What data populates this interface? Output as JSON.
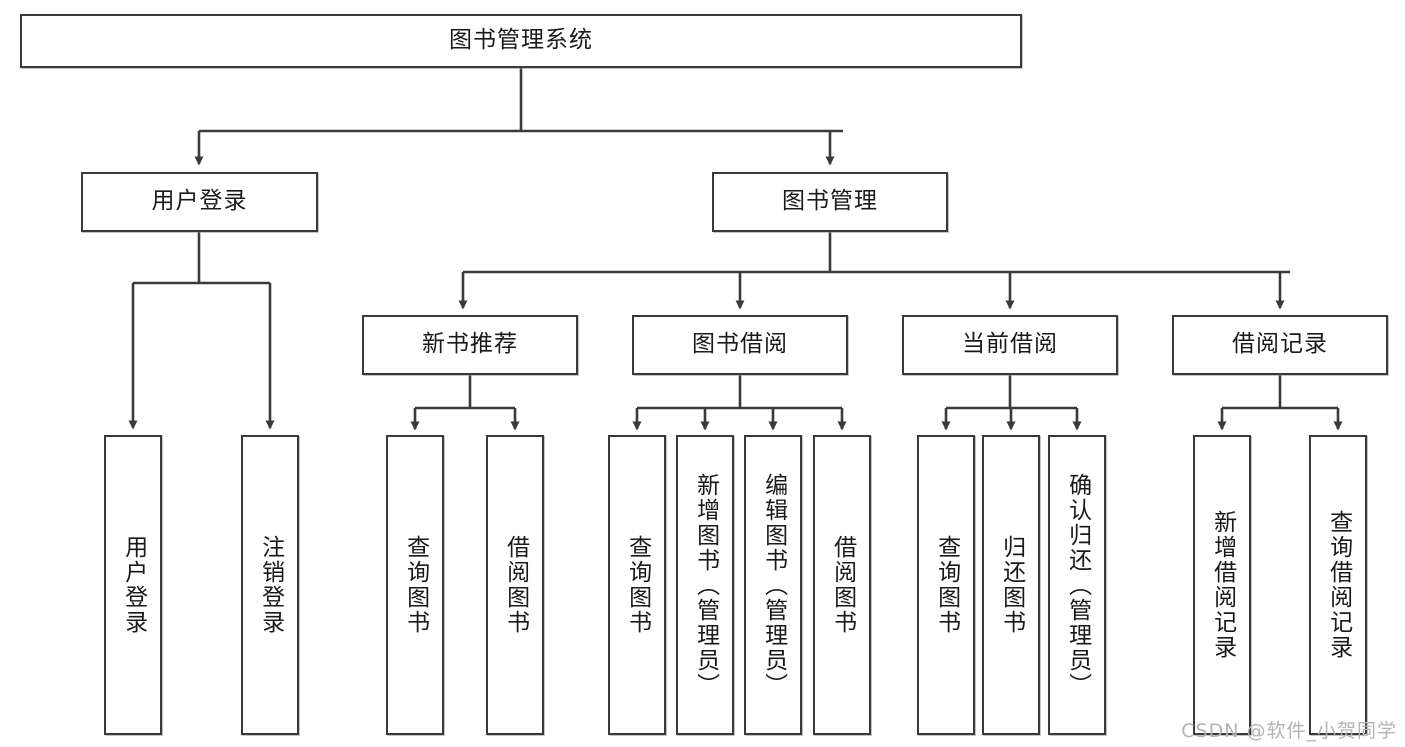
{
  "diagram": {
    "title_node": {
      "label": "图书管理系统"
    },
    "level2": [
      {
        "label": "用户登录"
      },
      {
        "label": "图书管理"
      }
    ],
    "level3": [
      {
        "label": "新书推荐"
      },
      {
        "label": "图书借阅"
      },
      {
        "label": "当前借阅"
      },
      {
        "label": "借阅记录"
      }
    ],
    "leaves": {
      "user_login": [
        {
          "label": "用户登录"
        },
        {
          "label": "注销登录"
        }
      ],
      "new_book_recommend": [
        {
          "label": "查询图书"
        },
        {
          "label": "借阅图书"
        }
      ],
      "book_borrow": [
        {
          "label": "查询图书"
        },
        {
          "label": "新增图书（管理员）"
        },
        {
          "label": "编辑图书（管理员）"
        },
        {
          "label": "借阅图书"
        }
      ],
      "current_borrow": [
        {
          "label": "查询图书"
        },
        {
          "label": "归还图书"
        },
        {
          "label": "确认归还（管理员）"
        }
      ],
      "borrow_record": [
        {
          "label": "新增借阅记录"
        },
        {
          "label": "查询借阅记录"
        }
      ]
    }
  },
  "watermark": {
    "text": "CSDN @软件_小贺同学"
  },
  "colors": {
    "stroke": "#3a3a3a",
    "background": "#ffffff",
    "text": "#1a1a1a",
    "watermark": "#b4b4b4"
  }
}
